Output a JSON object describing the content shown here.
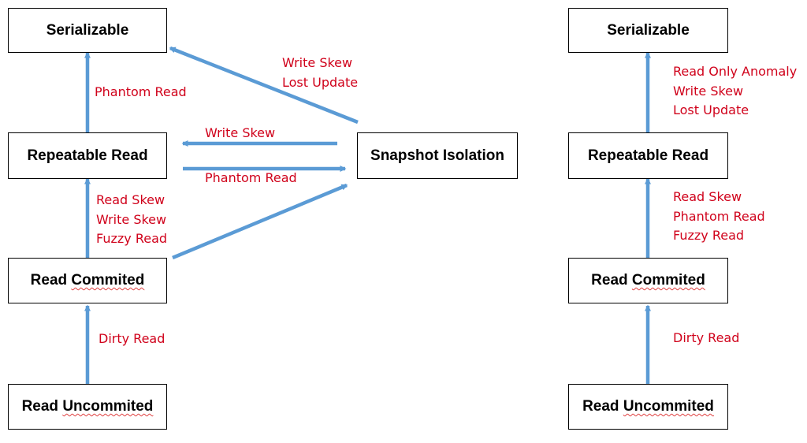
{
  "left": {
    "nodes": {
      "serializable": "Serializable",
      "repeatable_read": "Repeatable Read",
      "read_commited": [
        "Read ",
        "Commited"
      ],
      "read_uncommited": [
        "Read ",
        "Uncommited"
      ],
      "snapshot_isolation": "Snapshot Isolation"
    },
    "edges": {
      "rr_to_ser": [
        "Phantom Read"
      ],
      "rc_to_rr": [
        "Read Skew",
        "Write Skew",
        "Fuzzy Read"
      ],
      "ru_to_rc": [
        "Dirty Read"
      ],
      "si_to_ser": [
        "Write Skew",
        "Lost Update"
      ],
      "si_to_rr": [
        "Write Skew"
      ],
      "rr_to_si": [
        "Phantom Read"
      ],
      "rc_to_si": []
    }
  },
  "right": {
    "nodes": {
      "serializable": "Serializable",
      "repeatable_read": "Repeatable Read",
      "read_commited": [
        "Read ",
        "Commited"
      ],
      "read_uncommited": [
        "Read ",
        "Uncommited"
      ]
    },
    "edges": {
      "rr_to_ser": [
        "Read Only Anomaly",
        "Write Skew",
        "Lost Update"
      ],
      "rc_to_rr": [
        "Read Skew",
        "Phantom Read",
        "Fuzzy Read"
      ],
      "ru_to_rc": [
        "Dirty Read"
      ]
    }
  },
  "colors": {
    "arrow": "#5b9bd5",
    "label": "#d0021b",
    "border": "#000000",
    "spellcheck": "#e04040"
  }
}
